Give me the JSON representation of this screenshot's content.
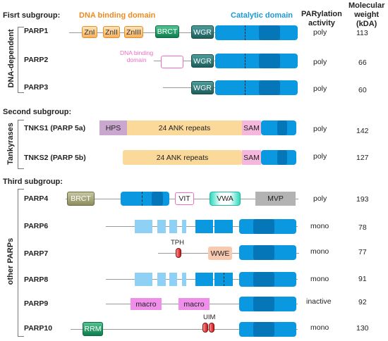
{
  "headers": {
    "first_subgroup": "Fisrt subgroup:",
    "dna_binding_domain": "DNA binding domain",
    "catalytic_domain": "Catalytic domain",
    "parylation_activity": "PARylation\nactivity",
    "molecular_weight": "Molecular\nweight\n(kDA)",
    "second_subgroup": "Second subgroup:",
    "third_subgroup": "Third subgroup:"
  },
  "group_labels": {
    "dna_dependent": "DNA-dependent",
    "tankyrases": "Tankyrases",
    "other_parps": "other PARPs"
  },
  "domain_labels": {
    "zn1": "ZnI",
    "zn2": "ZnII",
    "zn3": "ZnIII",
    "brct": "BRCT",
    "wgr": "WGR",
    "dna_binding_domain_parp2": "DNA binding\ndomain",
    "hps": "HPS",
    "ank": "24 ANK repeats",
    "sam": "SAM",
    "vit": "VIT",
    "vwa": "VWA",
    "mvp": "MVP",
    "tph": "TPH",
    "wwe": "WWE",
    "macro": "macro",
    "rrm": "RRM",
    "uim": "UIM"
  },
  "proteins": [
    {
      "name": "PARP1",
      "activity": "poly",
      "weight": "113"
    },
    {
      "name": "PARP2",
      "activity": "poly",
      "weight": "66"
    },
    {
      "name": "PARP3",
      "activity": "poly",
      "weight": "60"
    },
    {
      "name": "TNKS1 (PARP 5a)",
      "activity": "poly",
      "weight": "142"
    },
    {
      "name": "TNKS2 (PARP 5b)",
      "activity": "poly",
      "weight": "127"
    },
    {
      "name": "PARP4",
      "activity": "poly",
      "weight": "193"
    },
    {
      "name": "PARP6",
      "activity": "mono",
      "weight": "78"
    },
    {
      "name": "PARP7",
      "activity": "mono",
      "weight": "77"
    },
    {
      "name": "PARP8",
      "activity": "mono",
      "weight": "91"
    },
    {
      "name": "PARP9",
      "activity": "inactive",
      "weight": "92"
    },
    {
      "name": "PARP10",
      "activity": "mono",
      "weight": "130"
    }
  ],
  "colors": {
    "dna_binding_title": "#f08a1e",
    "catalytic_title": "#1a9ad8",
    "catalytic_domain": "#0a98e0",
    "catalytic_dark": "#0577b8",
    "light_blue": "#8fd0f5",
    "ank": "#fbd99a",
    "hps": "#c9a7cf",
    "sam": "#f6b7dd",
    "macro": "#ef8fea",
    "wwe": "#f7c9ae",
    "mvp": "#b3b3b3",
    "pink_label": "#ec6fc4"
  }
}
